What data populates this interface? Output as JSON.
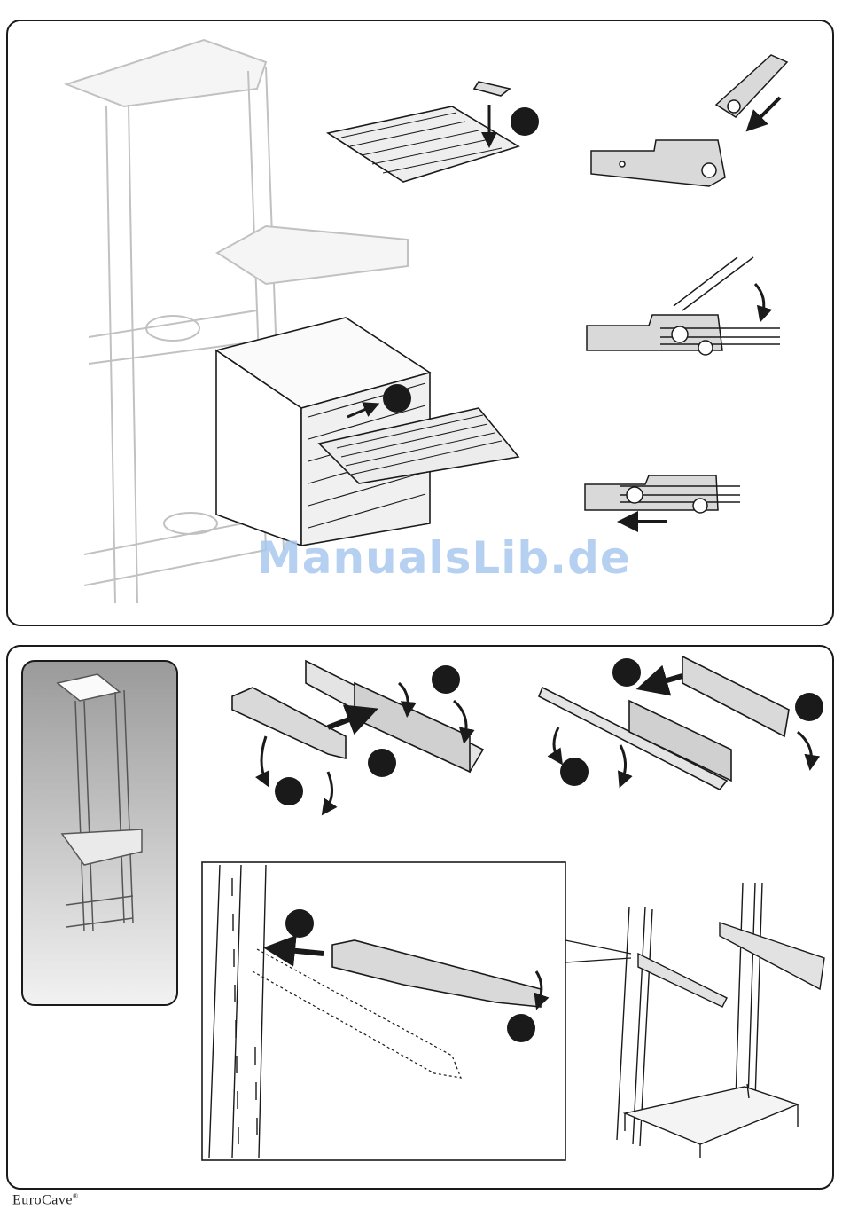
{
  "watermark": "ManualsLib.de",
  "brand": {
    "logo_text": "EuroCave",
    "logo_mark": "®"
  },
  "panels": {
    "top": {
      "figures": [
        "cabinet-with-tower",
        "bottle-shelf-top-view",
        "slide-rail-step-1",
        "slide-rail-step-2",
        "slide-rail-step-3"
      ]
    },
    "bottom": {
      "figures": [
        "tower-overview",
        "bracket-left-assembly",
        "bracket-right-assembly",
        "upright-fixing-detail",
        "tower-rails-installed"
      ]
    }
  },
  "colors": {
    "line": "#1a1a1a",
    "metal": "#d9d9d9",
    "thumbnail_bg": "#cfcfcf",
    "watermark": "#a9c8ee"
  }
}
